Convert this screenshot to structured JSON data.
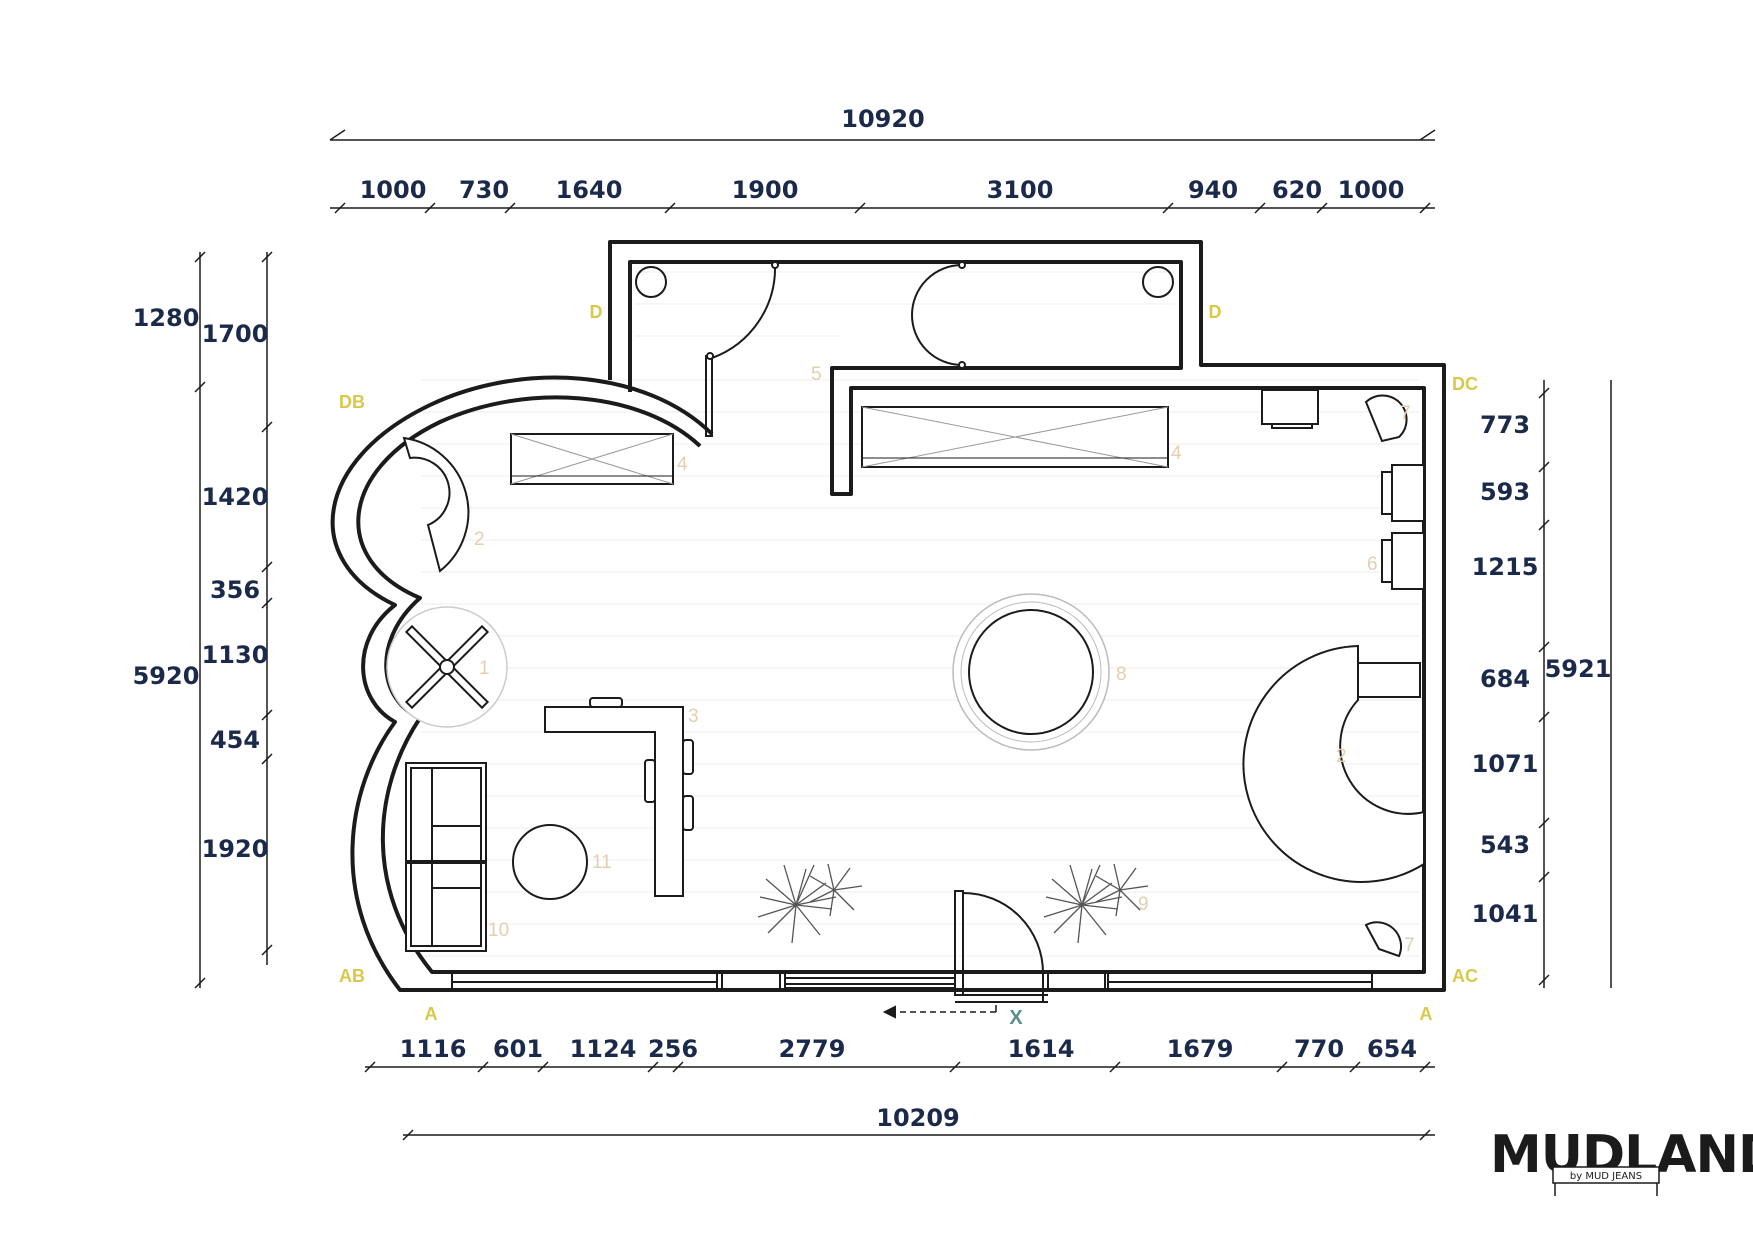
{
  "dimensions": {
    "top_total": "10920",
    "top_segments": [
      "1000",
      "730",
      "1640",
      "1900",
      "3100",
      "940",
      "620",
      "1000"
    ],
    "left_outer": [
      "1280",
      "5920"
    ],
    "left_inner": [
      "1700",
      "1420",
      "356",
      "1130",
      "454",
      "1920"
    ],
    "right_inner": [
      "773",
      "593",
      "1215",
      "684",
      "1071",
      "543",
      "1041"
    ],
    "right_total": "5921",
    "bottom_segments": [
      "1116",
      "601",
      "1124",
      "256",
      "2779",
      "1614",
      "1679",
      "770",
      "654"
    ],
    "bottom_total": "10209"
  },
  "zone_labels": {
    "d_left": "D",
    "d_right": "D",
    "db": "DB",
    "dc": "DC",
    "ab": "AB",
    "ac": "AC",
    "a_left": "A",
    "a_right": "A",
    "x": "X"
  },
  "fixture_labels": {
    "f1": "1",
    "f2_left": "2",
    "f2_right": "2",
    "f3": "3",
    "f4_left": "4",
    "f4_right": "4",
    "f5": "5",
    "f6": "6",
    "f7_top": "7",
    "f7_bottom": "7",
    "f8": "8",
    "f9": "9",
    "f10": "10",
    "f11": "11"
  },
  "logo": {
    "main": "MUDLAND",
    "sub": "by MUD JEANS"
  },
  "colors": {
    "dimension_text": "#1b2a4a",
    "zone_text": "#d9c84a",
    "fixture_number": "#e3cfae",
    "wall": "#1b1b1b",
    "floor_lines": "#e6e6e6"
  }
}
